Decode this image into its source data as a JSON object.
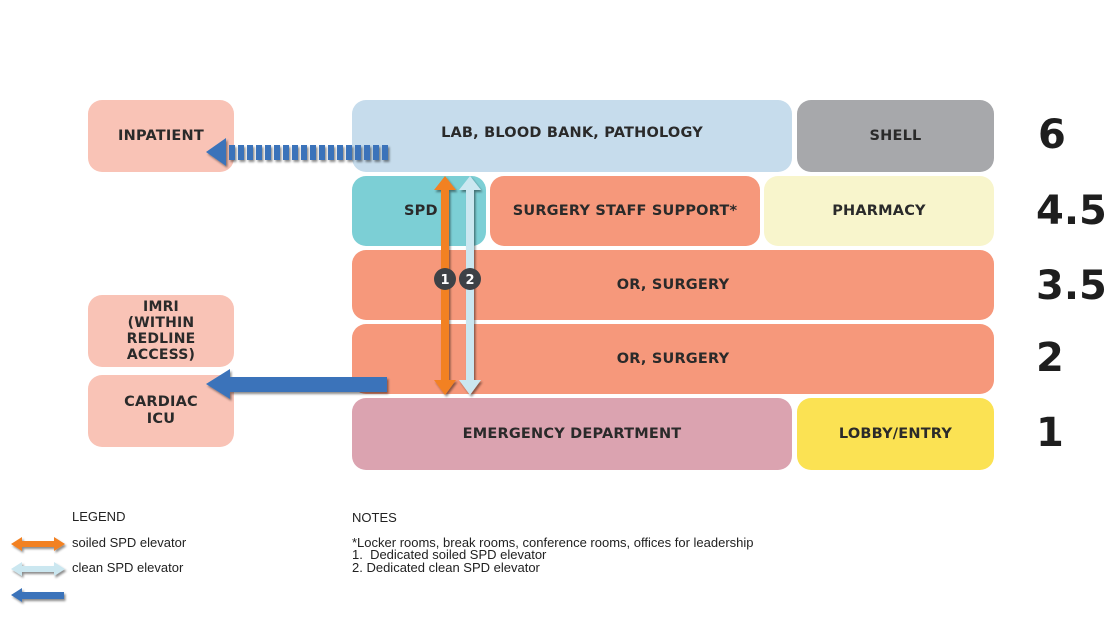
{
  "diagram": {
    "departments": {
      "inpatient": "INPATIENT",
      "imri": "IMRI\n(WITHIN\nREDLINE\nACCESS)",
      "cardiac_icu": "CARDIAC\nICU",
      "lab": "LAB, BLOOD BANK, PATHOLOGY",
      "shell": "SHELL",
      "spd": "SPD",
      "surgery_staff_support": "SURGERY STAFF SUPPORT*",
      "pharmacy": "PHARMACY",
      "or_surgery_upper": "OR, SURGERY",
      "or_surgery_lower": "OR, SURGERY",
      "emergency": "EMERGENCY DEPARTMENT",
      "lobby": "LOBBY/ENTRY"
    },
    "floors": [
      "6",
      "4.5",
      "3.5",
      "2",
      "1"
    ],
    "elevator_badges": [
      "1",
      "2"
    ],
    "colors": {
      "inpatient": "#f9c3b6",
      "lab": "#c6dcec",
      "shell": "#a7a8ab",
      "spd": "#7ccfd5",
      "surgery": "#f6987b",
      "pharmacy": "#f8f5cc",
      "emergency": "#dba3b0",
      "lobby": "#fbe253",
      "soiled": "#f28123",
      "clean": "#cbe7f0",
      "blue_arrow": "#3a73ba",
      "badge": "#3d4146"
    }
  },
  "legend": {
    "title": "LEGEND",
    "items": [
      "soiled SPD elevator",
      "clean SPD elevator",
      ""
    ]
  },
  "notes": {
    "title": "NOTES",
    "lines": [
      "*Locker rooms, break rooms, conference rooms, offices for leadership",
      "1.  Dedicated soiled SPD elevator",
      "2. Dedicated clean SPD elevator"
    ]
  }
}
